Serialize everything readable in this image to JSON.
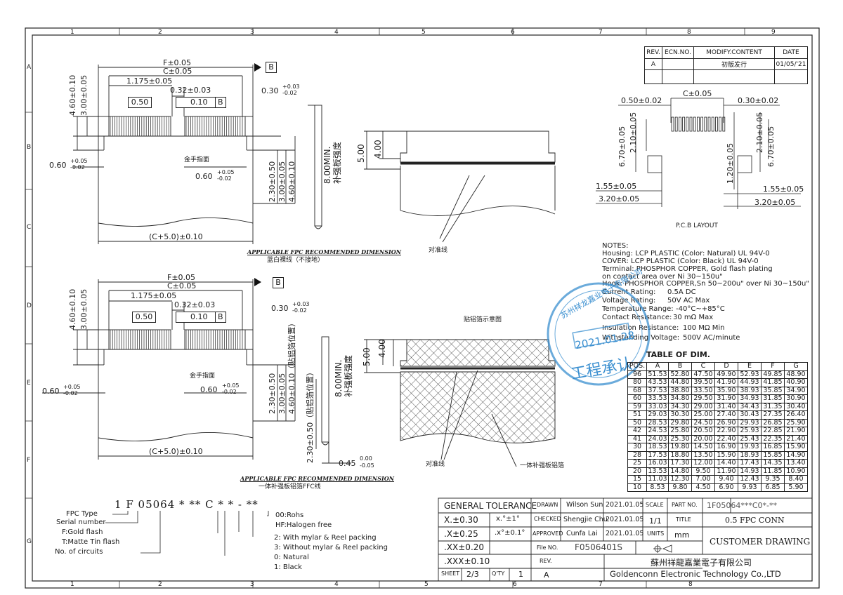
{
  "border_labels": {
    "top": [
      "1",
      "2",
      "3",
      "4",
      "5",
      "6",
      "7",
      "8",
      "9"
    ],
    "bottom": [
      "1",
      "2",
      "3",
      "4",
      "5",
      "6",
      "7",
      "8"
    ],
    "left": [
      "A",
      "B",
      "C",
      "D",
      "E",
      "F",
      "G"
    ]
  },
  "revision": {
    "headers": [
      "REV.",
      "ECN.NO.",
      "MODIFY.CONTENT",
      "DATE"
    ],
    "rows": [
      [
        "A",
        "",
        "初版发行",
        "01/05/'21"
      ]
    ]
  },
  "top_view": {
    "dims": {
      "F": "F±0.05",
      "C": "C±0.05",
      "d1175": "1.175±0.05",
      "d032": "0.32±0.03",
      "d050": "0.50",
      "pos_tol": "0.10",
      "datum": "B",
      "d030": "0.30",
      "d030_tol_up": "+0.03",
      "d030_tol_dn": "-0.02",
      "d460": "4.60±0.10",
      "d300": "3.00±0.05",
      "d060L": "0.60",
      "d060L_up": "+0.05",
      "d060L_dn": "-0.02",
      "d060R": "0.60",
      "d060R_up": "+0.05",
      "d060R_dn": "-0.02",
      "d230": "2.30±0.50",
      "d300b": "3.00±0.05",
      "d460b": "4.60±0.10",
      "d800": "8.00MIN.",
      "stiff": "补强板强度",
      "cplus": "(C+5.0)±0.10",
      "gold": "金手指面"
    },
    "caption": "APPLICABLE FPC RECOMMENDED DIMENSION",
    "subcaption": "蓝白裸线（不接地）"
  },
  "side_view_top": {
    "d500": "5.00",
    "d400": "4.00",
    "label": "对准线"
  },
  "bottom_view": {
    "dims": {
      "F": "F±0.05",
      "C": "C±0.05",
      "d1175": "1.175±0.05",
      "d032": "0.32±0.03",
      "d050": "0.50",
      "pos_tol": "0.10",
      "datum": "B",
      "d030": "0.30",
      "d030_tol_up": "+0.03",
      "d030_tol_dn": "-0.02",
      "d460": "4.60±0.10",
      "d300": "3.00±0.05",
      "d060L": "0.60",
      "d060L_up": "+0.05",
      "d060L_dn": "-0.02",
      "d060R": "0.60",
      "d060R_up": "+0.05",
      "d060R_dn": "-0.02",
      "d230": "2.30±0.50",
      "d300b": "3.00±0.05",
      "d460b": "4.60±0.10（贴铝箔位置）",
      "d230b": "2.30±0.50（贴铝箔位置）",
      "d800": "8.00MIN.",
      "stiff": "补强板强度",
      "d045": "0.45",
      "d045_up": "0.00",
      "d045_dn": "-0.05",
      "cplus": "(C+5.0)±0.10",
      "gold": "金手指面"
    },
    "caption": "APPLICABLE FPC RECOMMENDED DIMENSION",
    "subcaption": "一体补强板铝箔FFC线"
  },
  "side_view_bottom": {
    "d500": "5.00",
    "d400": "4.00",
    "title": "贴铝箔示意图",
    "label": "对准线",
    "label2": "一体补强板铝箔"
  },
  "pcb": {
    "d050": "0.50±0.02",
    "C": "C±0.05",
    "d030": "0.30±0.02",
    "d210L": "2.10±0.05",
    "d670L": "6.70±0.05",
    "d155L": "1.55±0.05",
    "d320L": "3.20±0.05",
    "d210R": "2.10±0.05",
    "d670R": "6.70±0.05",
    "d120R": "1.20±0.05",
    "d155R": "1.55±0.05",
    "d320R": "3.20±0.05",
    "caption": "P.C.B LAYOUT"
  },
  "notes": {
    "title": "NOTES:",
    "lines": [
      "Housing: LCP PLASTIC (Color: Natural) UL 94V-0",
      "COVER: LCP PLASTIC (Color: Black) UL 94V-0",
      "Terminal: PHOSPHOR COPPER, Gold flash plating",
      "on contact area over Ni 30~150u\"",
      "Hook: PHOSPHOR COPPER,Sn 50~200u\" over Ni 30~150u\""
    ],
    "ratings": [
      [
        "Current Rating:",
        "0.5A DC"
      ],
      [
        "Voltage Rating:",
        "50V AC Max"
      ],
      [
        "Temperature Range:",
        "-40°C~+85°C"
      ],
      [
        "Contact Resistance:",
        "30 mΩ Max"
      ],
      [
        "Insulation Resistance:",
        "100 MΩ Min"
      ],
      [
        "Withstanding Voltage:",
        "500V AC/minute"
      ]
    ]
  },
  "stamp": {
    "date": "2021.01.28",
    "text": "工程承认",
    "ring": "苏州祥龙嘉业电子有限公司"
  },
  "dim_table": {
    "title": "TABLE OF DIM.",
    "headers": [
      "POS.",
      "A",
      "B",
      "C",
      "D",
      "E",
      "F",
      "G"
    ],
    "rows": [
      [
        "96",
        "51.53",
        "52.80",
        "47.50",
        "49.90",
        "52.93",
        "49.85",
        "48.90"
      ],
      [
        "80",
        "43.53",
        "44.80",
        "39.50",
        "41.90",
        "44.93",
        "41.85",
        "40.90"
      ],
      [
        "68",
        "37.53",
        "38.80",
        "33.50",
        "35.90",
        "38.93",
        "35.85",
        "34.90"
      ],
      [
        "60",
        "33.53",
        "34.80",
        "29.50",
        "31.90",
        "34.93",
        "31.85",
        "30.90"
      ],
      [
        "59",
        "33.03",
        "34.30",
        "29.00",
        "31.40",
        "34.43",
        "31.35",
        "30.40"
      ],
      [
        "51",
        "29.03",
        "30.30",
        "25.00",
        "27.40",
        "30.43",
        "27.35",
        "26.40"
      ],
      [
        "50",
        "28.53",
        "29.80",
        "24.50",
        "26.90",
        "29.93",
        "26.85",
        "25.90"
      ],
      [
        "42",
        "24.53",
        "25.80",
        "20.50",
        "22.90",
        "25.93",
        "22.85",
        "21.90"
      ],
      [
        "41",
        "24.03",
        "25.30",
        "20.00",
        "22.40",
        "25.43",
        "22.35",
        "21.40"
      ],
      [
        "30",
        "18.53",
        "19.80",
        "14.50",
        "16.90",
        "19.93",
        "16.85",
        "15.90"
      ],
      [
        "28",
        "17.53",
        "18.80",
        "13.50",
        "15.90",
        "18.93",
        "15.85",
        "14.90"
      ],
      [
        "25",
        "16.03",
        "17.30",
        "12.00",
        "14.40",
        "17.43",
        "14.35",
        "13.40"
      ],
      [
        "20",
        "13.53",
        "14.80",
        "9.50",
        "11.90",
        "14.93",
        "11.85",
        "10.90"
      ],
      [
        "15",
        "11.03",
        "12.30",
        "7.00",
        "9.40",
        "12.43",
        "9.35",
        "8.40"
      ],
      [
        "10",
        "8.53",
        "9.80",
        "4.50",
        "6.90",
        "9.93",
        "6.85",
        "5.90"
      ]
    ]
  },
  "part_code": {
    "code": [
      "1",
      "F",
      "05064",
      "*",
      "**",
      "C",
      "*",
      "*",
      "-",
      "**"
    ],
    "left_labels": [
      "FPC Type",
      "Serial number",
      "F:Gold flash",
      "T:Matte Tin flash",
      "No. of circuits"
    ],
    "right_labels": [
      "00:Rohs",
      "HF:Halogen free",
      "2: With mylar & Reel packing",
      "3: Without mylar & Reel packing",
      "0: Natural",
      "1: Black"
    ]
  },
  "title_block": {
    "tolerance_title": "GENERAL TOLERANCE",
    "tolerances": [
      [
        "X.±0.30",
        "x.°±1°"
      ],
      [
        ".X±0.25",
        ".x°±0.1°"
      ],
      [
        ".XX±0.20",
        ""
      ],
      [
        ".XXX±0.10",
        ""
      ]
    ],
    "roles": [
      [
        "DRAWN",
        "Wilson Sun",
        "2021.01.05"
      ],
      [
        "CHECKED",
        "Shengjie Chu",
        "2021.01.05"
      ],
      [
        "APPROVED",
        "Cunfa Lai",
        "2021.01.05"
      ]
    ],
    "scale_label": "SCALE",
    "scale": "1/1",
    "units_label": "UNITS",
    "units": "mm",
    "part_label": "PART NO.",
    "part_no": "1F05064***C0*-**",
    "title_label": "TITLE",
    "title": "0.5 FPC CONN",
    "file_label": "File NO.",
    "file_no": "F0506401S",
    "rev_label": "REV.",
    "rev": "A",
    "doc_type": "CUSTOMER DRAWING",
    "sheet_label": "SHEET",
    "sheet": "2/3",
    "qty_label": "Q'TY",
    "qty": "1",
    "company_cn": "蘇州祥龍嘉業電子有限公司",
    "company_en": "Goldenconn Electronic Technology Co.,LTD"
  }
}
